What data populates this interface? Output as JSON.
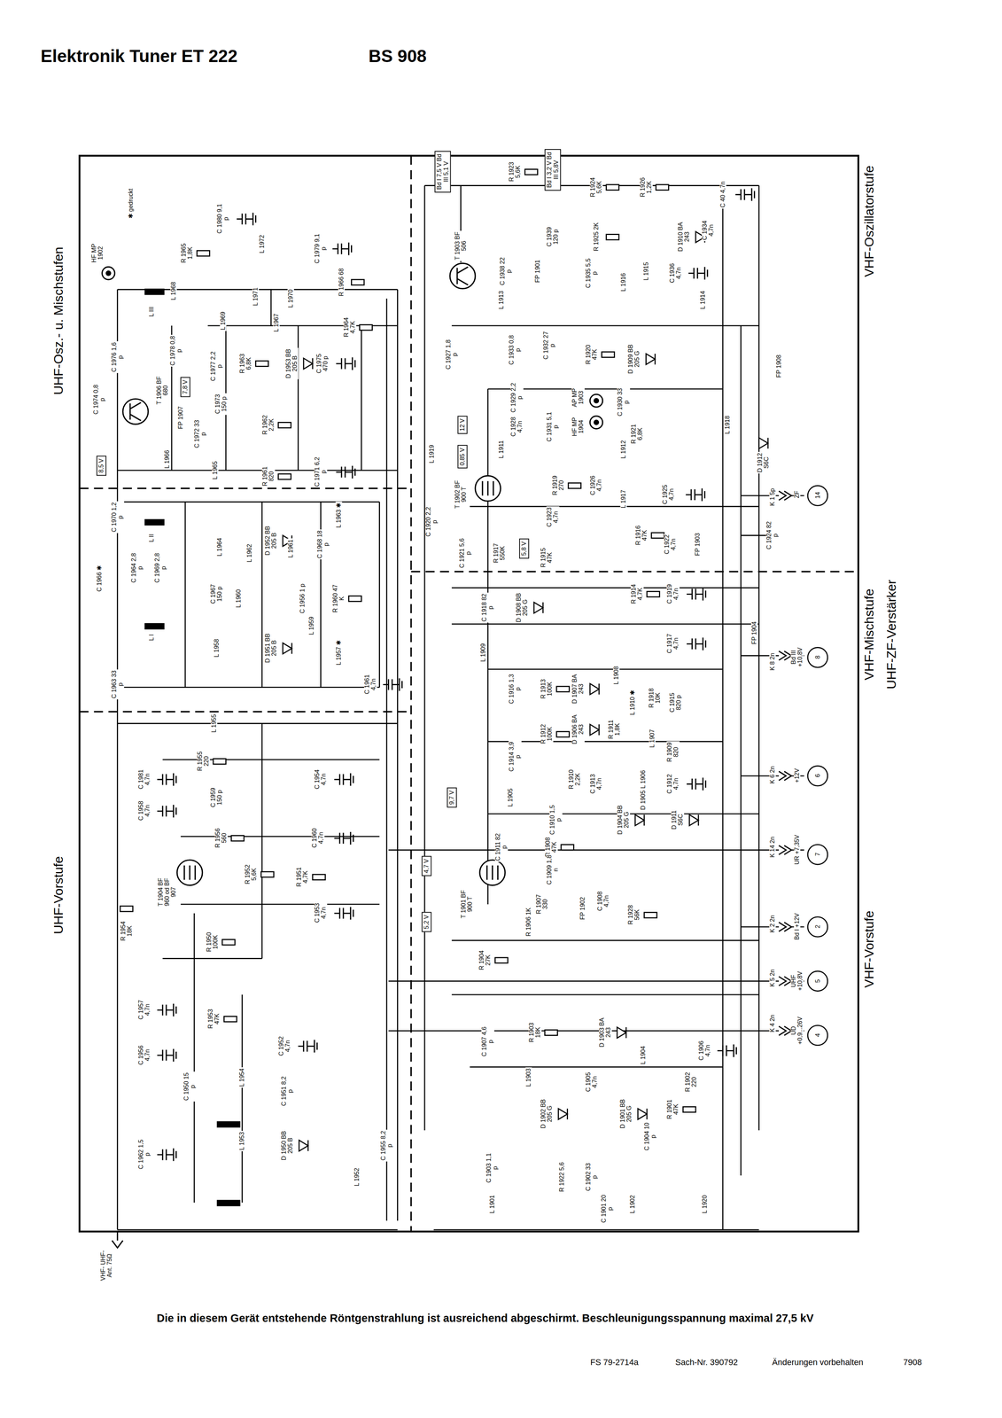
{
  "diagram": {
    "title": "Elektronik Tuner ET 222",
    "caption": "Die in diesem Gerät entstehende Röntgenstrahlung ist ausreichend abgeschirmt. Beschleunigungsspannung maximal 27,5 kV",
    "nodes": [
      {
        "text": [
          "8,5 V"
        ]
      },
      {
        "text": [
          "7,8 V"
        ]
      },
      {
        "text": [
          "Bd I 7,5 V Bd III 5,1 V"
        ]
      },
      {
        "text": [
          "Bd I 3,2 V Bd III 5,8V"
        ]
      },
      {
        "text": [
          "12 V"
        ]
      },
      {
        "text": [
          "0,85 V"
        ]
      },
      {
        "text": [
          "5,8 V"
        ]
      },
      {
        "text": [
          "9,7 V"
        ]
      },
      {
        "text": [
          "4,7 V"
        ]
      },
      {
        "text": [
          "5,2 V"
        ]
      }
    ],
    "labels": [
      "BS 908",
      "UHF-Osz.- u. Mischstufen",
      "UHF-Vorstufe",
      "VHF-Oszillatorstufe",
      "VHF-Mischstufe",
      "UHF-ZF-Verstärker",
      "VHF-Vorstufe",
      "HF MP 1902",
      "✱ gedruckt",
      "C 1980 9,1 p",
      "R 1965 1,8K",
      "L 1968",
      "L 1972",
      "C 1979 9,1 p",
      "R 1966 68",
      "L III",
      "L 1971",
      "L 1970",
      "L 1969",
      "L 1967",
      "R 1964 4,7K",
      "C 1976 1,6 p",
      "C 1978 0,8 p",
      "T 1906 BF 680",
      "C 1977 2,2 p",
      "R 1963 6,8K",
      "D 1953 BB 205 B",
      "C 1975 470 p",
      "C 1974 0,8 p",
      "FP 1907",
      "C 1973 150 p",
      "C 1972 33 p",
      "R 1962 2,2K",
      "L 1966",
      "L 1965",
      "R 1961 820",
      "C 1971 6,2 p",
      "C 1970 1,2 p",
      "L II",
      "L 1964",
      "L 1962",
      "D 1952 BB 205 B",
      "L 1961",
      "C 1968 18 p",
      "L 1963 ✱",
      "C 1966 ✱",
      "C 1964 2,8 p",
      "C 1969 2,8 p",
      "C 1967 150 p",
      "L 1960",
      "C 1956 1 p",
      "R 1960 47 K",
      "L 1959",
      "L 1958",
      "D 1951 BB 205 B",
      "L 1957 ✱",
      "L I",
      "C 1963 33 p",
      "C 1961 4,7n",
      "L 1955",
      "R 1955 220",
      "C 1981 4,7n",
      "C 1958 4,7n",
      "C 1959 150 p",
      "C 1954 4,7n",
      "R 1956 560",
      "C 1960 4,7n",
      "T 1904 BF 960 od BF 907",
      "R 1952 5,6K",
      "R 1951 4,7K",
      "C 1953 4,7n",
      "R 1954 18K",
      "R 1950 100K",
      "C 1957 4,7n",
      "C 1956 4,7n",
      "R 1953 47K",
      "C 1952 4,7n",
      "L 1954",
      "C 1951 8,2 p",
      "C 1950 15 p",
      "L 1953",
      "D 1950 BB 205 B",
      "C 1962 1,5 p",
      "C 1955 8,2 p",
      "L 1952",
      "VHF- UHF- Ant. 75Ω",
      "R 1923 5,6K",
      "R 1924 5,6K",
      "R 1926 1,2K",
      "C 40 4,7n",
      "T 1903 BF 506",
      "C 1939 120 p",
      "R 1925 2K",
      "D 1910 BA 243",
      "C 1934 4,7n",
      "C 1938 22 p",
      "FP 1901",
      "C 1935 5,5 p",
      "L 1916",
      "L 1915",
      "C 1936 4,7n",
      "L 1914",
      "L 1913",
      "C 1927 1,8 p",
      "C 1933 0,8 p",
      "C 1932 27 p",
      "R 1920 47K",
      "D 1909 BB 205 G",
      "FP 1908",
      "C 1929 2,2 p",
      "C 1928 4,7n",
      "AP MP 1903",
      "HF MP 1904",
      "C 1930 33 p",
      "C 1931 5,1 p",
      "R 1921 6,8K",
      "L 1918",
      "D 1912 S6C",
      "L 1911",
      "L 1912",
      "L 1919",
      "T 1902 BF 900 T",
      "R 1919 270",
      "C 1926 4,7n",
      "L 1917",
      "C 1925 4,7n",
      "K 1 5p",
      "ZF",
      "14",
      "C 1920 2,2 p",
      "C 1923 4,7n",
      "R 1916 47K",
      "C 1922 4,7n",
      "FP 1903",
      "C 1924 82 p",
      "C 1921 5,6 p",
      "R 1917 550K",
      "R 1915 47K",
      "C 1918 82 p",
      "D 1908 BB 205 G",
      "R 1914 4,7K",
      "C 1919 4,7n",
      "L 1909",
      "C 1917 4,7n",
      "FP 1904",
      "K 8 2n",
      "Bd III +10,8V",
      "8",
      "C 1916 1,3 p",
      "R 1913 100K",
      "D 1907 BA 243",
      "L 1908",
      "L 1910 ✱",
      "R 1918 10K",
      "C 1915 820 p",
      "R 1912 100K",
      "D 1906 BA 243",
      "R 1911 1,8K",
      "L 1907",
      "R 1909 820",
      "C 1914 3,9 p",
      "R 1910 2,2K",
      "L 1906",
      "C 1913 4,7n",
      "C 1912 4,7n",
      "K 6 2n",
      "+12V",
      "6",
      "L 1905",
      "C 1910 1,5 p",
      "D 1904 BB 205 G",
      "D 1905",
      "D 1911 S6C",
      "C 1911 82 p",
      "R 1908 47K",
      "K 14 2n",
      "UR +7,35V",
      "7",
      "T 1901 BF 900 T",
      "C 1909 1,8 n",
      "R 1907 330",
      "R 1906 1K",
      "FP 1902",
      "C 1908 4,7n",
      "R 1928 56K",
      "K 2 2n",
      "Bd I +12V",
      "2",
      "R 1904 27K",
      "K 5 2n",
      "UHF +10,8V",
      "5",
      "K 4 2n",
      "UD +0,9...26V",
      "4",
      "C 1907 4,6 p",
      "R 1903 18K",
      "D 1903 BA 243",
      "L 1904",
      "C 1906 4,7n",
      "L 1903",
      "C 1905 4,7n",
      "R 1902 220",
      "D 1902 BB 205 G",
      "D 1901 BB 205 G",
      "R 1901 47K",
      "C 1904 10 p",
      "C 1903 1,1 p",
      "R 1922 5,6",
      "C 1902 33 p",
      "L 1901",
      "C 1901 20 p",
      "L 1902",
      "L 1920",
      "FS 79-2714a",
      "Sach-Nr. 390792",
      "Änderungen vorbehalten",
      "7908"
    ]
  }
}
